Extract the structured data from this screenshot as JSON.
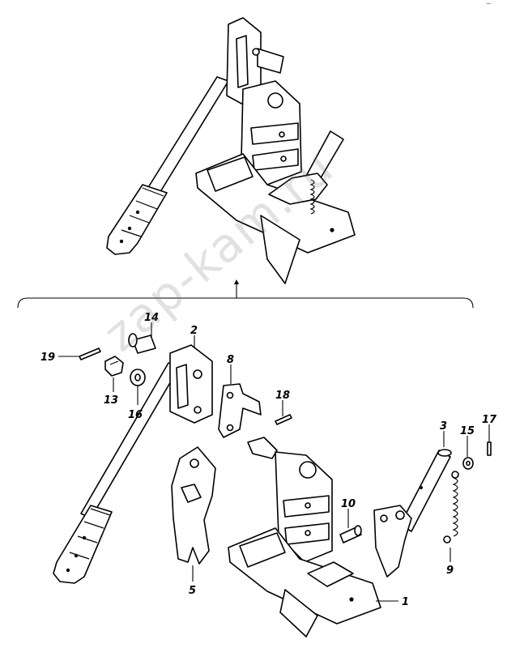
{
  "diagram": {
    "watermark": "zap-kam.ru",
    "group_marker": "1",
    "corner_mark": "~",
    "callouts": [
      {
        "id": "19",
        "label": "19"
      },
      {
        "id": "14",
        "label": "14"
      },
      {
        "id": "2",
        "label": "2"
      },
      {
        "id": "13",
        "label": "13"
      },
      {
        "id": "16",
        "label": "16"
      },
      {
        "id": "8",
        "label": "8"
      },
      {
        "id": "18",
        "label": "18"
      },
      {
        "id": "3",
        "label": "3"
      },
      {
        "id": "15",
        "label": "15"
      },
      {
        "id": "17",
        "label": "17"
      },
      {
        "id": "10",
        "label": "10"
      },
      {
        "id": "9",
        "label": "9"
      },
      {
        "id": "5",
        "label": "5"
      },
      {
        "id": "1",
        "label": "1"
      }
    ]
  }
}
